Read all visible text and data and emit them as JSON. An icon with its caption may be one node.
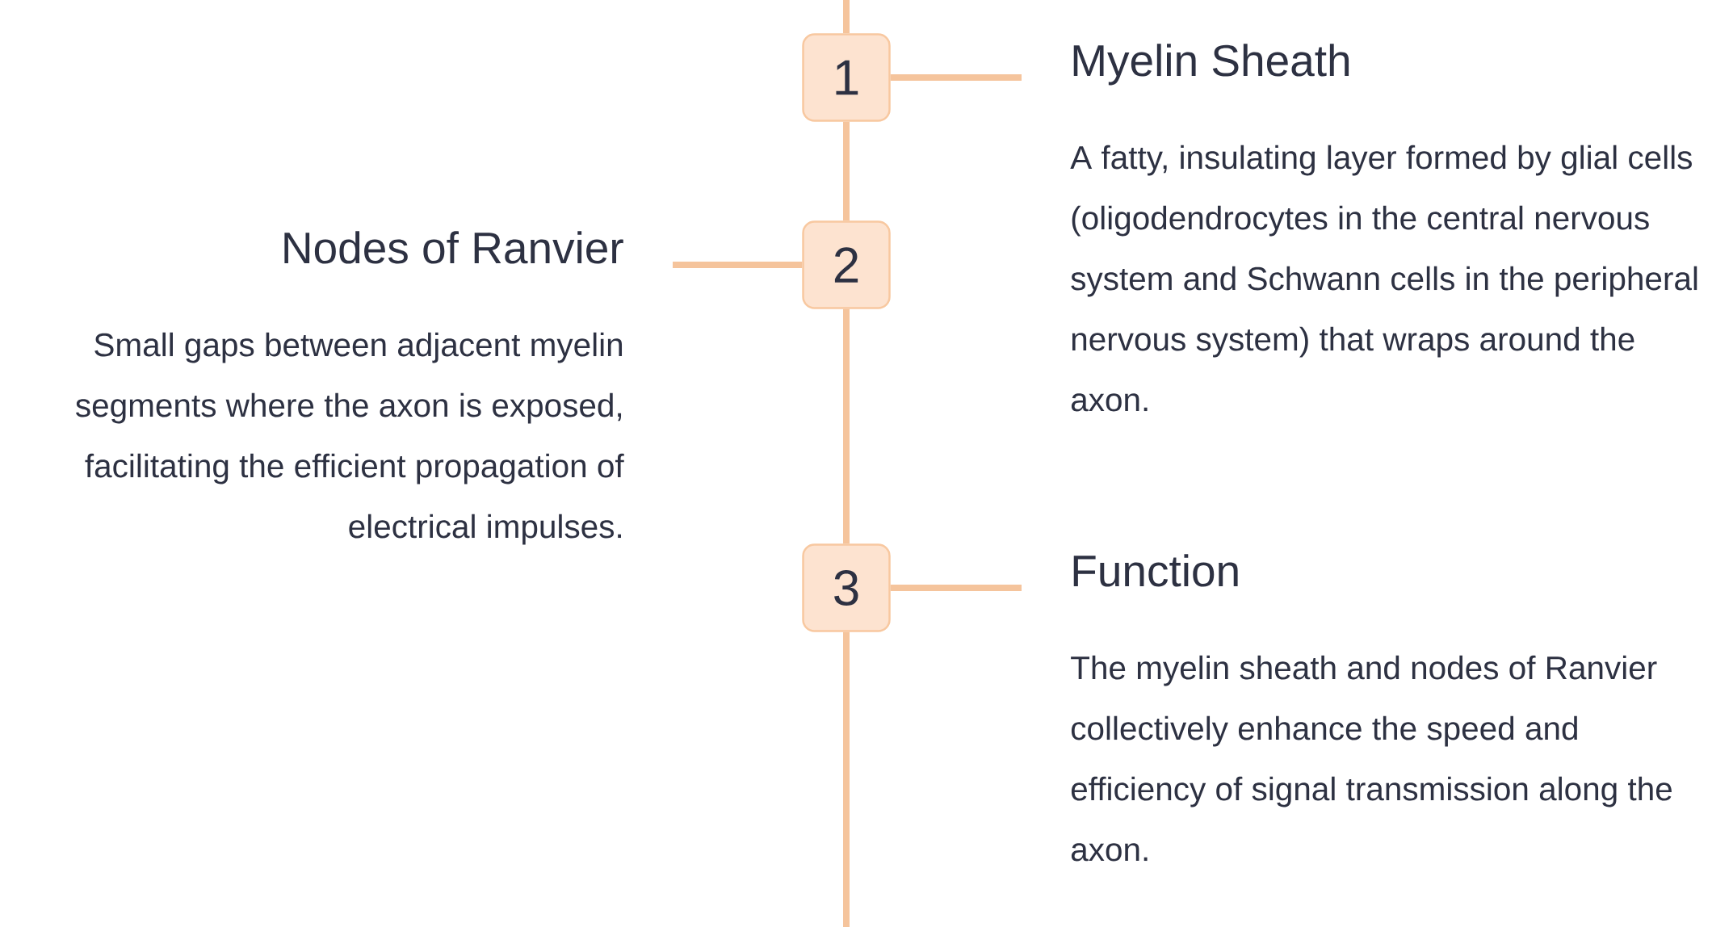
{
  "diagram": {
    "nodes": [
      {
        "text": [
          "1"
        ]
      },
      {
        "text": [
          "Myelin Sheath",
          "A fatty, insulating layer formed by glial cells (oligodendrocytes in the central nervous system and Schwann cells in the peripheral nervous system) that wraps around the axon."
        ]
      },
      {
        "text": [
          "2"
        ]
      },
      {
        "text": [
          "Nodes of Ranvier",
          "Small gaps between adjacent myelin segments where the axon is exposed, facilitating the efficient propagation of electrical impulses."
        ]
      },
      {
        "text": [
          "3"
        ]
      },
      {
        "text": [
          "Function",
          "The myelin sheath and nodes of Ranvier collectively enhance the speed and efficiency of signal transmission along the axon."
        ]
      }
    ],
    "edges": [
      {
        "from": null,
        "to": 0,
        "arrow": "none"
      },
      {
        "from": 0,
        "to": 2,
        "arrow": "none"
      },
      {
        "from": 2,
        "to": 4,
        "arrow": "none"
      },
      {
        "from": 4,
        "to": null,
        "arrow": "none"
      },
      {
        "from": 0,
        "to": 1,
        "arrow": "none"
      },
      {
        "from": 2,
        "to": 3,
        "arrow": "none"
      },
      {
        "from": 4,
        "to": 5,
        "arrow": "none"
      }
    ]
  }
}
